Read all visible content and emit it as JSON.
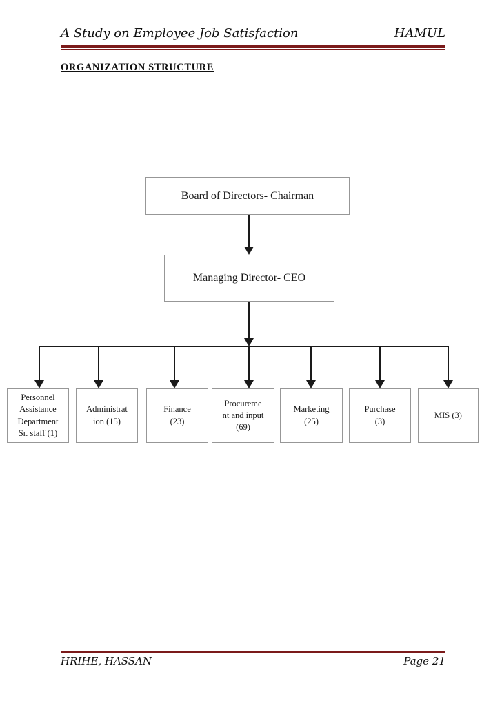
{
  "header": {
    "title": "A Study on Employee Job Satisfaction",
    "organization": "HAMUL"
  },
  "section_heading": "ORGANIZATION STRUCTURE",
  "org_chart": {
    "root": {
      "label": "Board of Directors- Chairman"
    },
    "level2": {
      "label": "Managing Director- CEO"
    },
    "departments": [
      {
        "label": "Personnel\nAssistance\nDepartment\nSr. staff (1)"
      },
      {
        "label": "Administrat\nion (15)"
      },
      {
        "label": "Finance\n(23)"
      },
      {
        "label": "Procureme\nnt and input\n(69)"
      },
      {
        "label": "Marketing\n(25)"
      },
      {
        "label": "Purchase\n(3)"
      },
      {
        "label": "MIS (3)"
      }
    ]
  },
  "footer": {
    "left": "HRIHE, HASSAN",
    "right": "Page 21"
  },
  "colors": {
    "rule": "#7b1a1a",
    "line": "#1a1a1a",
    "box_border": "#979797"
  }
}
